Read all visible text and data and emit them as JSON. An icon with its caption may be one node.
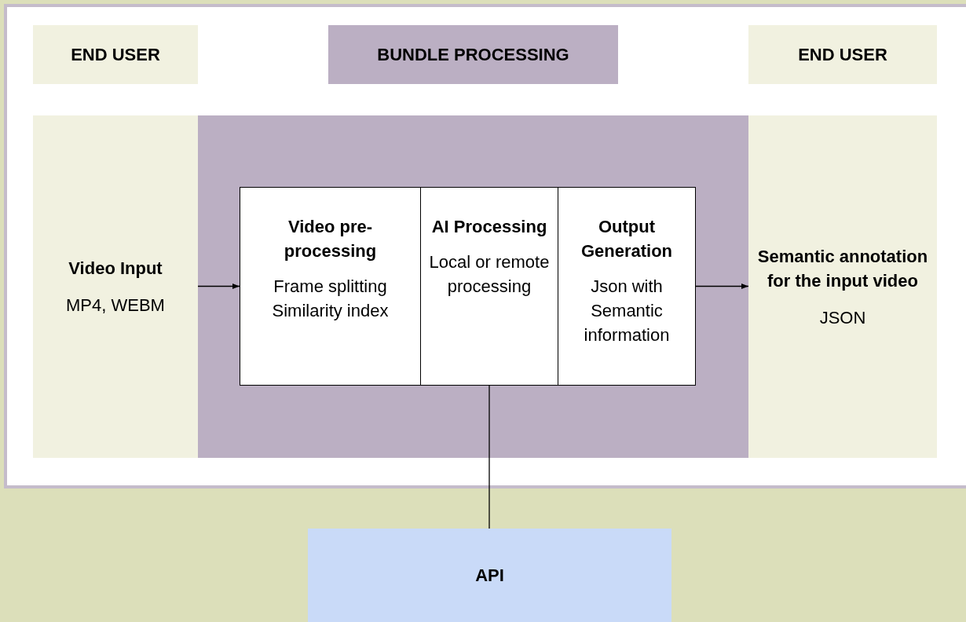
{
  "diagram": {
    "nodes": [
      {
        "text": [
          "END USER"
        ]
      },
      {
        "text": [
          "BUNDLE PROCESSING"
        ]
      },
      {
        "text": [
          "END USER"
        ]
      },
      {
        "text": [
          "Video Input",
          "MP4, WEBM"
        ]
      },
      {
        "text": [],
        "shape": "box"
      },
      {
        "text": [
          "Video pre-processing",
          "Frame splitting Similarity index"
        ],
        "in": 4
      },
      {
        "text": [
          "AI Processing",
          "Local or remote processing"
        ],
        "in": 4
      },
      {
        "text": [
          "Output Generation",
          "Json with Semantic information"
        ],
        "in": 4
      },
      {
        "text": [
          "Semantic annotation for the input video",
          "JSON"
        ]
      },
      {
        "text": [
          "API"
        ]
      }
    ],
    "edges": [
      {
        "from": 3,
        "to": 5,
        "arrow": "to"
      },
      {
        "from": 7,
        "to": 8,
        "arrow": "to"
      },
      {
        "from": 6,
        "to": 9,
        "arrow": "none"
      }
    ]
  }
}
